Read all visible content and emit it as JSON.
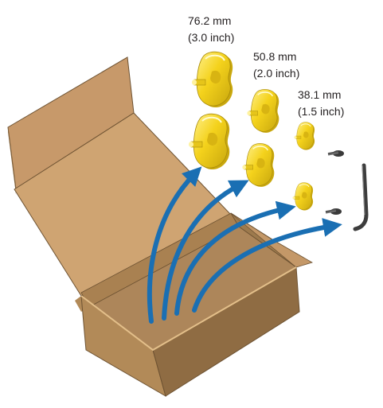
{
  "labels": {
    "large": {
      "metric": "76.2 mm",
      "imperial": "(3.0 inch)"
    },
    "medium": {
      "metric": "50.8 mm",
      "imperial": "(2.0 inch)"
    },
    "small": {
      "metric": "38.1 mm",
      "imperial": "(1.5 inch)"
    }
  },
  "colors": {
    "box_outer": "#b28a58",
    "box_dark": "#8a6a42",
    "box_light": "#cfa472",
    "box_inner": "#9d7a4d",
    "arrow": "#1a6fb3",
    "part_yellow": "#f4d21c",
    "part_shadow": "#c9a80e",
    "hardware": "#4a4a4a"
  },
  "icons": {
    "box": "open-cardboard-box",
    "adapter": "media-core-adapter",
    "screw": "screw-icon",
    "wrench": "hex-key-icon"
  }
}
